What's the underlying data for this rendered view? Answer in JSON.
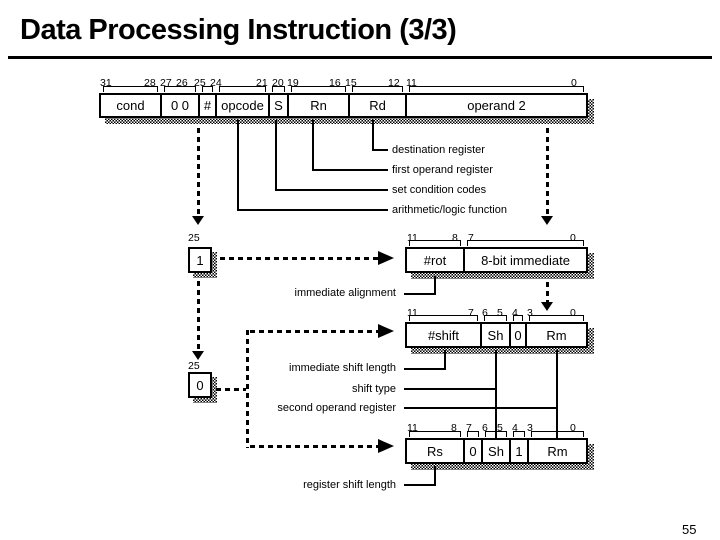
{
  "title": "Data Processing Instruction (3/3)",
  "page_number": "55",
  "colors": {
    "foreground": "#000000",
    "background": "#ffffff"
  },
  "main_diagram": {
    "bits": [
      "31",
      "28",
      "27",
      "26",
      "25",
      "24",
      "21",
      "20",
      "19",
      "16",
      "15",
      "12",
      "11",
      "0"
    ],
    "fields": [
      "cond",
      "0 0",
      "#",
      "opcode",
      "S",
      "Rn",
      "Rd",
      "operand 2"
    ],
    "callouts": [
      "destination register",
      "first operand register",
      "set condition codes",
      "arithmetic/logic function"
    ]
  },
  "immediate_diagram": {
    "bit25_label": "25",
    "bit25_value": "1",
    "bits": [
      "11",
      "8",
      "7",
      "0"
    ],
    "fields": [
      "#rot",
      "8-bit immediate"
    ],
    "callout": "immediate alignment"
  },
  "shift_diagram": {
    "bit25_label": "25",
    "bit25_value": "0",
    "bits": [
      "11",
      "7",
      "6",
      "5",
      "4",
      "3",
      "0"
    ],
    "fields": [
      "#shift",
      "Sh",
      "0",
      "Rm"
    ],
    "callouts": [
      "immediate shift length",
      "shift type",
      "second operand register"
    ]
  },
  "register_shift_diagram": {
    "bits": [
      "11",
      "8",
      "7",
      "6",
      "5",
      "4",
      "3",
      "0"
    ],
    "fields": [
      "Rs",
      "0",
      "Sh",
      "1",
      "Rm"
    ],
    "callout": "register shift length"
  }
}
